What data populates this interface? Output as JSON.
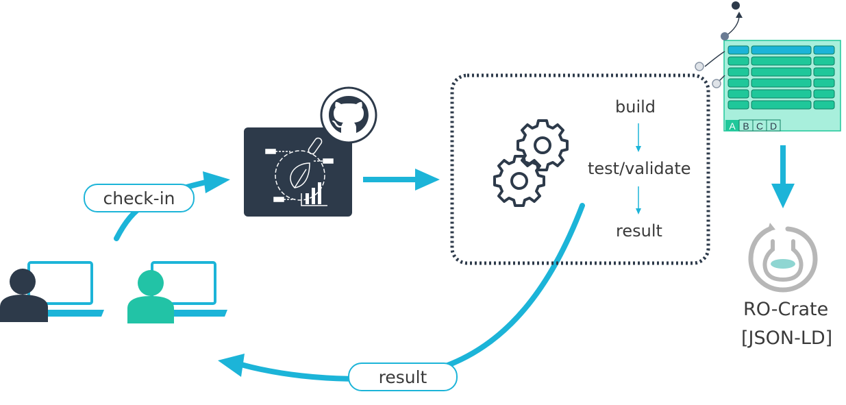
{
  "labels": {
    "check_in": "check-in",
    "result_bottom": "result",
    "build": "build",
    "test_validate": "test/validate",
    "result_step": "result",
    "rocrate_line1": "RO-Crate",
    "rocrate_line2": "[JSON-LD]"
  },
  "table_columns": [
    "A",
    "B",
    "C",
    "D"
  ],
  "colors": {
    "accent": "#1cb4d8",
    "dark": "#2d3a4a",
    "teal": "#22c3a6",
    "table_fill": "#a8efdc",
    "table_cell": "#1fc79a",
    "gray": "#b7b7b7"
  }
}
